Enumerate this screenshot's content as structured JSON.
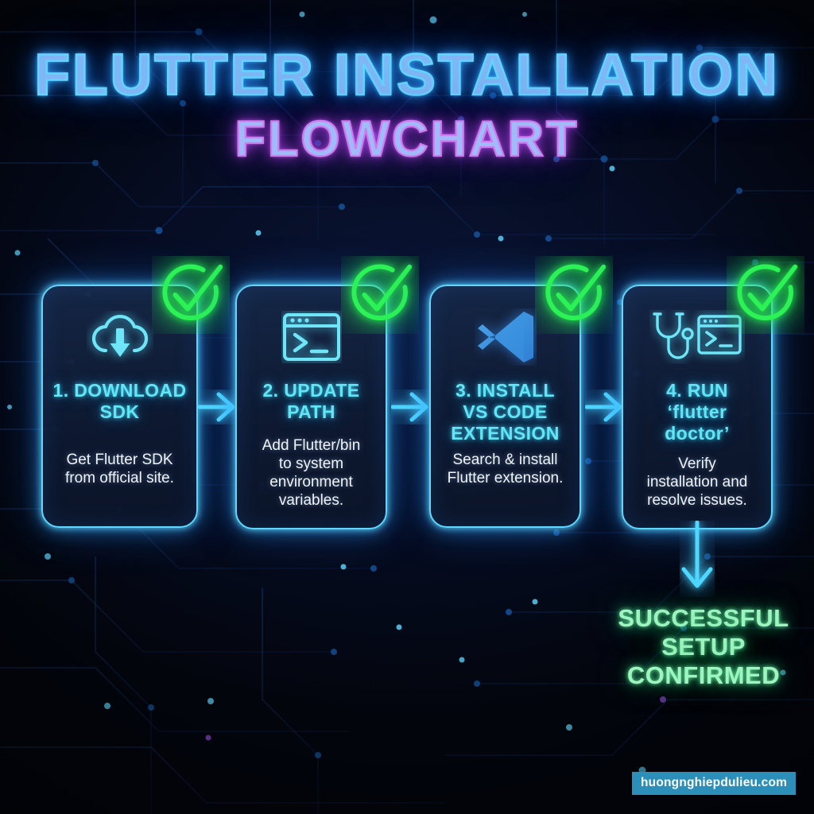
{
  "title": {
    "line1": "FLUTTER INSTALLATION",
    "line2": "FLOWCHART"
  },
  "colors": {
    "background": "#04081a",
    "card_border": "#5fd8ff",
    "card_fill": "#0e1a32",
    "step_title": "#62e6f6",
    "body_text": "#f0f4fa",
    "check_green": "#22ee44",
    "arrow_cyan": "#4fd8ff",
    "title_blue": "#63d4ff",
    "title_purple": "#d07cf0",
    "success_green": "#9ff5c0",
    "watermark_bg": "#2b8fba"
  },
  "steps": [
    {
      "title": "1. DOWNLOAD\nSDK",
      "desc": "Get Flutter SDK\nfrom official site.",
      "icon": "cloud-download-icon",
      "status_icon": "green-check-icon"
    },
    {
      "title": "2. UPDATE\nPATH",
      "desc": "Add Flutter/bin\nto system\nenvironment\nvariables.",
      "icon": "terminal-window-icon",
      "status_icon": "green-check-icon"
    },
    {
      "title": "3. INSTALL\nVS CODE\nEXTENSION",
      "desc": "Search & install\nFlutter extension.",
      "icon": "vscode-logo-icon",
      "status_icon": "green-check-icon"
    },
    {
      "title": "4. RUN\n‘flutter\ndoctor’",
      "desc": "Verify\ninstallation and\nresolve issues.",
      "icon": "stethoscope-terminal-icon",
      "status_icon": "green-check-icon"
    }
  ],
  "connectors": [
    {
      "name": "arrow-step1-to-step2",
      "direction": "right"
    },
    {
      "name": "arrow-step2-to-step3",
      "direction": "right"
    },
    {
      "name": "arrow-step3-to-step4",
      "direction": "right"
    },
    {
      "name": "arrow-step4-to-result",
      "direction": "down"
    }
  ],
  "result": {
    "text": "SUCCESSFUL\nSETUP\nCONFIRMED"
  },
  "watermark": {
    "text": "huongnghiepdulieu.com"
  }
}
